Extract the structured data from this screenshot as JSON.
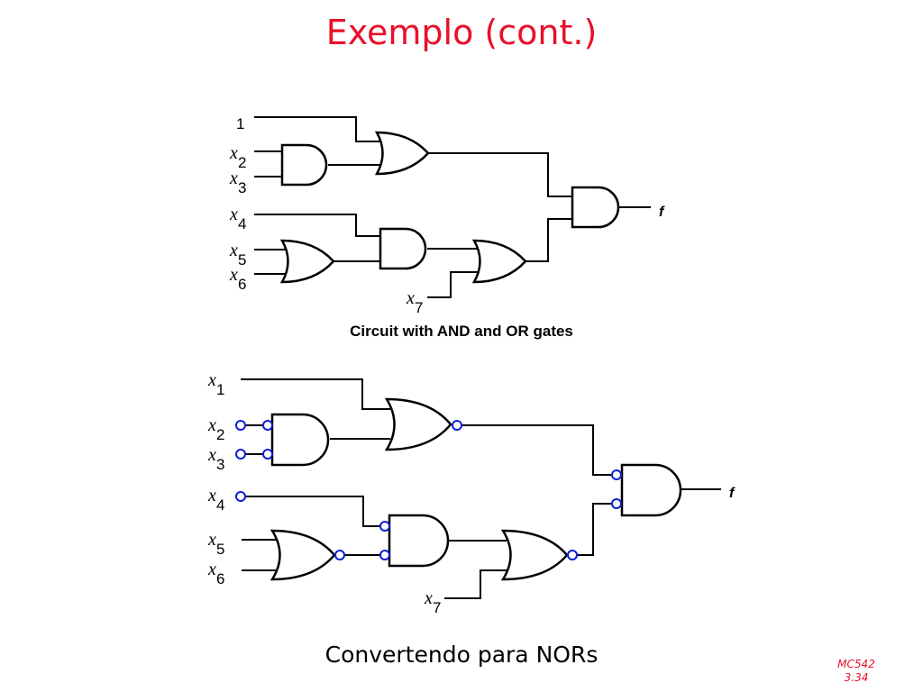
{
  "slide": {
    "title": "Exemplo (cont.)",
    "caption_top": "Circuit with AND and OR gates",
    "caption_bottom": "Convertendo para NORs",
    "footer_course": "MC542",
    "footer_page": "3.34"
  },
  "circuit_top": {
    "inputs": [
      "1",
      "2",
      "3",
      "4",
      "5",
      "6",
      "7"
    ],
    "input_var": "x",
    "output": "f"
  },
  "circuit_bottom": {
    "inputs": [
      "1",
      "2",
      "3",
      "4",
      "5",
      "6",
      "7"
    ],
    "input_var": "x",
    "output": "f"
  },
  "colors": {
    "title": "#e8102a",
    "bubble": "#0b1fd6"
  }
}
